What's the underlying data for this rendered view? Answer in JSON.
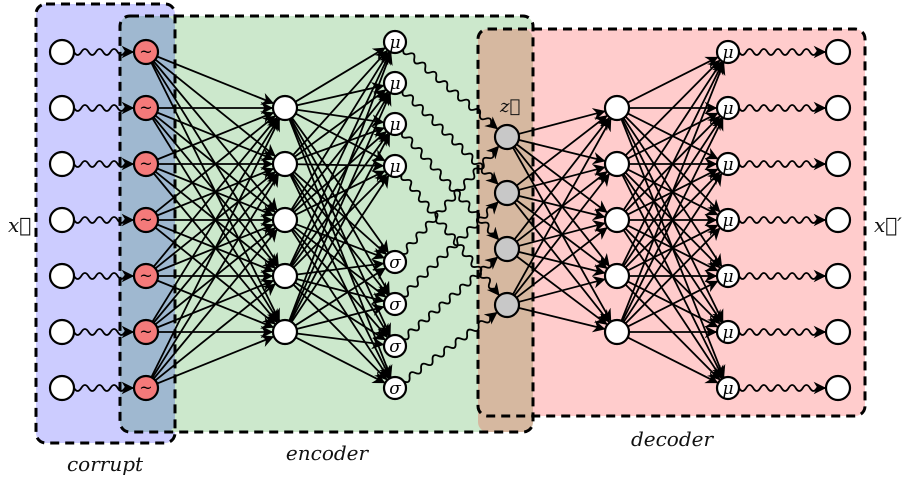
{
  "title": "Denoising variational autoencoder architecture",
  "colors": {
    "corrupt_region": "#ccccff",
    "encoder_region": "#cce8cc",
    "decoder_region": "#ffcccc",
    "overlap_corrupt_encoder": "#9fb8d0",
    "overlap_encoder_decoder": "#d6b8a0",
    "corrupt_node": "#f47a7a",
    "latent_node": "#c8c8c8",
    "plain_node": "#ffffff",
    "stroke": "#000000"
  },
  "labels": {
    "input": "x⃗",
    "output": "x⃗′",
    "latent": "z⃗",
    "corrupt": "corrupt",
    "encoder": "encoder",
    "decoder": "decoder"
  },
  "node_symbols": {
    "corrupt": "~",
    "mean": "μ",
    "std": "σ"
  },
  "layers": [
    {
      "name": "input",
      "count": 7,
      "symbol": "",
      "fill": "plain_node"
    },
    {
      "name": "corrupted",
      "count": 7,
      "symbol": "corrupt",
      "fill": "corrupt_node"
    },
    {
      "name": "encoder-hidden",
      "count": 5,
      "symbol": "",
      "fill": "plain_node"
    },
    {
      "name": "encoder-mu",
      "count": 4,
      "symbol": "mean",
      "fill": "plain_node"
    },
    {
      "name": "encoder-sigma",
      "count": 4,
      "symbol": "std",
      "fill": "plain_node"
    },
    {
      "name": "latent-z",
      "count": 4,
      "symbol": "",
      "fill": "latent_node"
    },
    {
      "name": "decoder-hidden",
      "count": 5,
      "symbol": "",
      "fill": "plain_node"
    },
    {
      "name": "decoder-mu",
      "count": 7,
      "symbol": "mean",
      "fill": "plain_node"
    },
    {
      "name": "output",
      "count": 7,
      "symbol": "",
      "fill": "plain_node"
    }
  ],
  "connections": [
    {
      "from": "input",
      "to": "corrupted",
      "kind": "stochastic-one-to-one"
    },
    {
      "from": "corrupted",
      "to": "encoder-hidden",
      "kind": "dense"
    },
    {
      "from": "encoder-hidden",
      "to": "encoder-mu",
      "kind": "dense"
    },
    {
      "from": "encoder-hidden",
      "to": "encoder-sigma",
      "kind": "dense"
    },
    {
      "from": "encoder-mu",
      "to": "latent-z",
      "kind": "stochastic-one-to-one"
    },
    {
      "from": "encoder-sigma",
      "to": "latent-z",
      "kind": "stochastic-one-to-one"
    },
    {
      "from": "latent-z",
      "to": "decoder-hidden",
      "kind": "dense"
    },
    {
      "from": "decoder-hidden",
      "to": "decoder-mu",
      "kind": "dense"
    },
    {
      "from": "decoder-mu",
      "to": "output",
      "kind": "stochastic-one-to-one"
    }
  ]
}
